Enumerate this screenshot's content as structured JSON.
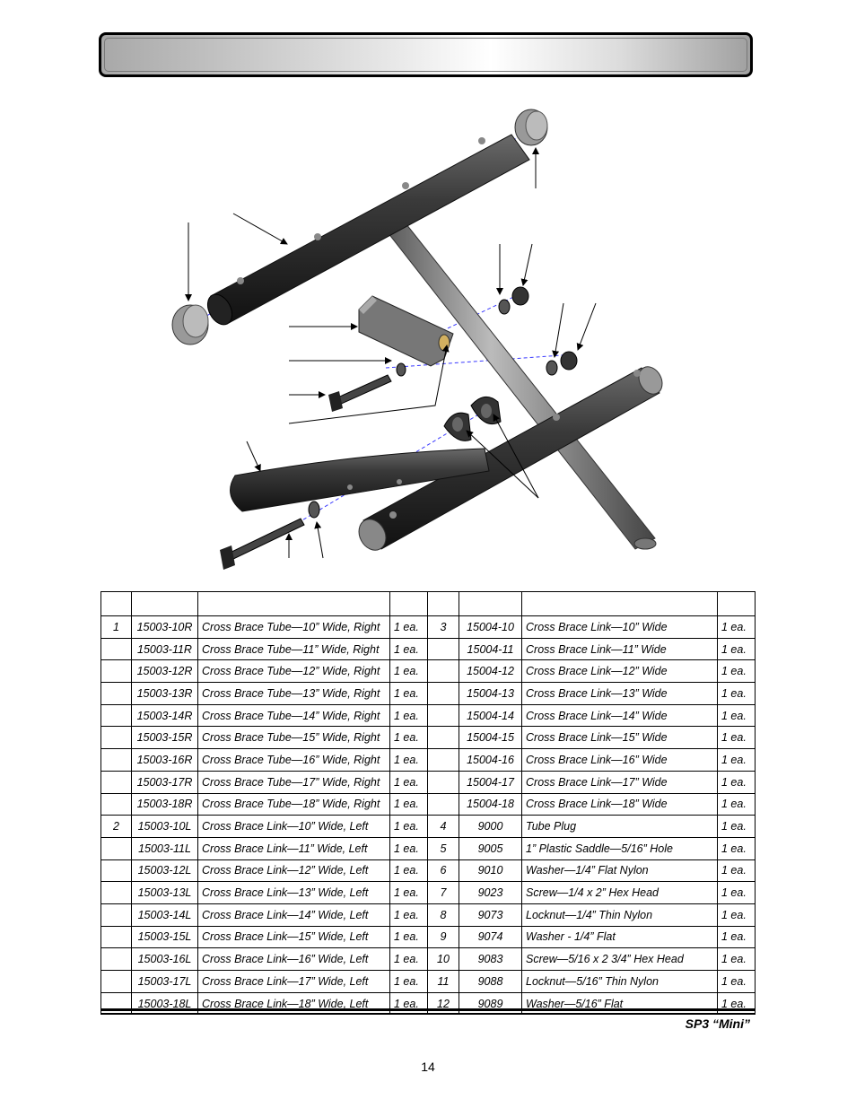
{
  "header": {
    "title": ""
  },
  "diagram": {
    "name": "cross brace exploded assembly"
  },
  "table": {
    "headers": [
      "",
      "",
      "",
      "",
      "",
      "",
      "",
      ""
    ],
    "rows": [
      [
        "1",
        "15003-10R",
        "Cross Brace Tube—10” Wide, Right",
        "1 ea.",
        "3",
        "15004-10",
        "Cross Brace Link—10” Wide",
        "1 ea."
      ],
      [
        "",
        "15003-11R",
        "Cross Brace Tube—11” Wide, Right",
        "1 ea.",
        "",
        "15004-11",
        "Cross Brace Link—11” Wide",
        "1 ea."
      ],
      [
        "",
        "15003-12R",
        "Cross Brace Tube—12” Wide, Right",
        "1 ea.",
        "",
        "15004-12",
        "Cross Brace Link—12” Wide",
        "1 ea."
      ],
      [
        "",
        "15003-13R",
        "Cross Brace Tube—13” Wide, Right",
        "1 ea.",
        "",
        "15004-13",
        "Cross Brace Link—13” Wide",
        "1 ea."
      ],
      [
        "",
        "15003-14R",
        "Cross Brace Tube—14” Wide, Right",
        "1 ea.",
        "",
        "15004-14",
        "Cross Brace Link—14” Wide",
        "1 ea."
      ],
      [
        "",
        "15003-15R",
        "Cross Brace Tube—15” Wide, Right",
        "1 ea.",
        "",
        "15004-15",
        "Cross Brace Link—15” Wide",
        "1 ea."
      ],
      [
        "",
        "15003-16R",
        "Cross Brace Tube—16” Wide, Right",
        "1 ea.",
        "",
        "15004-16",
        "Cross Brace Link—16” Wide",
        "1 ea."
      ],
      [
        "",
        "15003-17R",
        "Cross Brace Tube—17” Wide, Right",
        "1 ea.",
        "",
        "15004-17",
        "Cross Brace Link—17” Wide",
        "1 ea."
      ],
      [
        "",
        "15003-18R",
        "Cross Brace Tube—18” Wide, Right",
        "1 ea.",
        "",
        "15004-18",
        "Cross Brace Link—18” Wide",
        "1 ea."
      ],
      [
        "2",
        "15003-10L",
        "Cross Brace Link—10” Wide, Left",
        "1 ea.",
        "4",
        "9000",
        "Tube Plug",
        "1 ea."
      ],
      [
        "",
        "15003-11L",
        "Cross Brace Link—11” Wide, Left",
        "1 ea.",
        "5",
        "9005",
        "1” Plastic Saddle—5/16” Hole",
        "1 ea."
      ],
      [
        "",
        "15003-12L",
        "Cross Brace Link—12” Wide, Left",
        "1 ea.",
        "6",
        "9010",
        "Washer—1/4” Flat Nylon",
        "1 ea."
      ],
      [
        "",
        "15003-13L",
        "Cross Brace Link—13” Wide, Left",
        "1 ea.",
        "7",
        "9023",
        "Screw—1/4 x 2” Hex Head",
        "1 ea."
      ],
      [
        "",
        "15003-14L",
        "Cross Brace Link—14” Wide, Left",
        "1 ea.",
        "8",
        "9073",
        "Locknut—1/4” Thin Nylon",
        "1 ea."
      ],
      [
        "",
        "15003-15L",
        "Cross Brace Link—15” Wide, Left",
        "1 ea.",
        "9",
        "9074",
        "Washer  - 1/4” Flat",
        "1 ea."
      ],
      [
        "",
        "15003-16L",
        "Cross Brace Link—16” Wide, Left",
        "1 ea.",
        "10",
        "9083",
        "Screw—5/16 x 2 3/4” Hex Head",
        "1 ea."
      ],
      [
        "",
        "15003-17L",
        "Cross Brace Link—17” Wide, Left",
        "1 ea.",
        "11",
        "9088",
        "Locknut—5/16” Thin Nylon",
        "1 ea."
      ],
      [
        "",
        "15003-18L",
        "Cross Brace Link—18” Wide, Left",
        "1 ea.",
        "12",
        "9089",
        "Washer—5/16” Flat",
        "1 ea."
      ]
    ]
  },
  "footer": {
    "model": "SP3 “Mini”",
    "page_number": "14"
  }
}
